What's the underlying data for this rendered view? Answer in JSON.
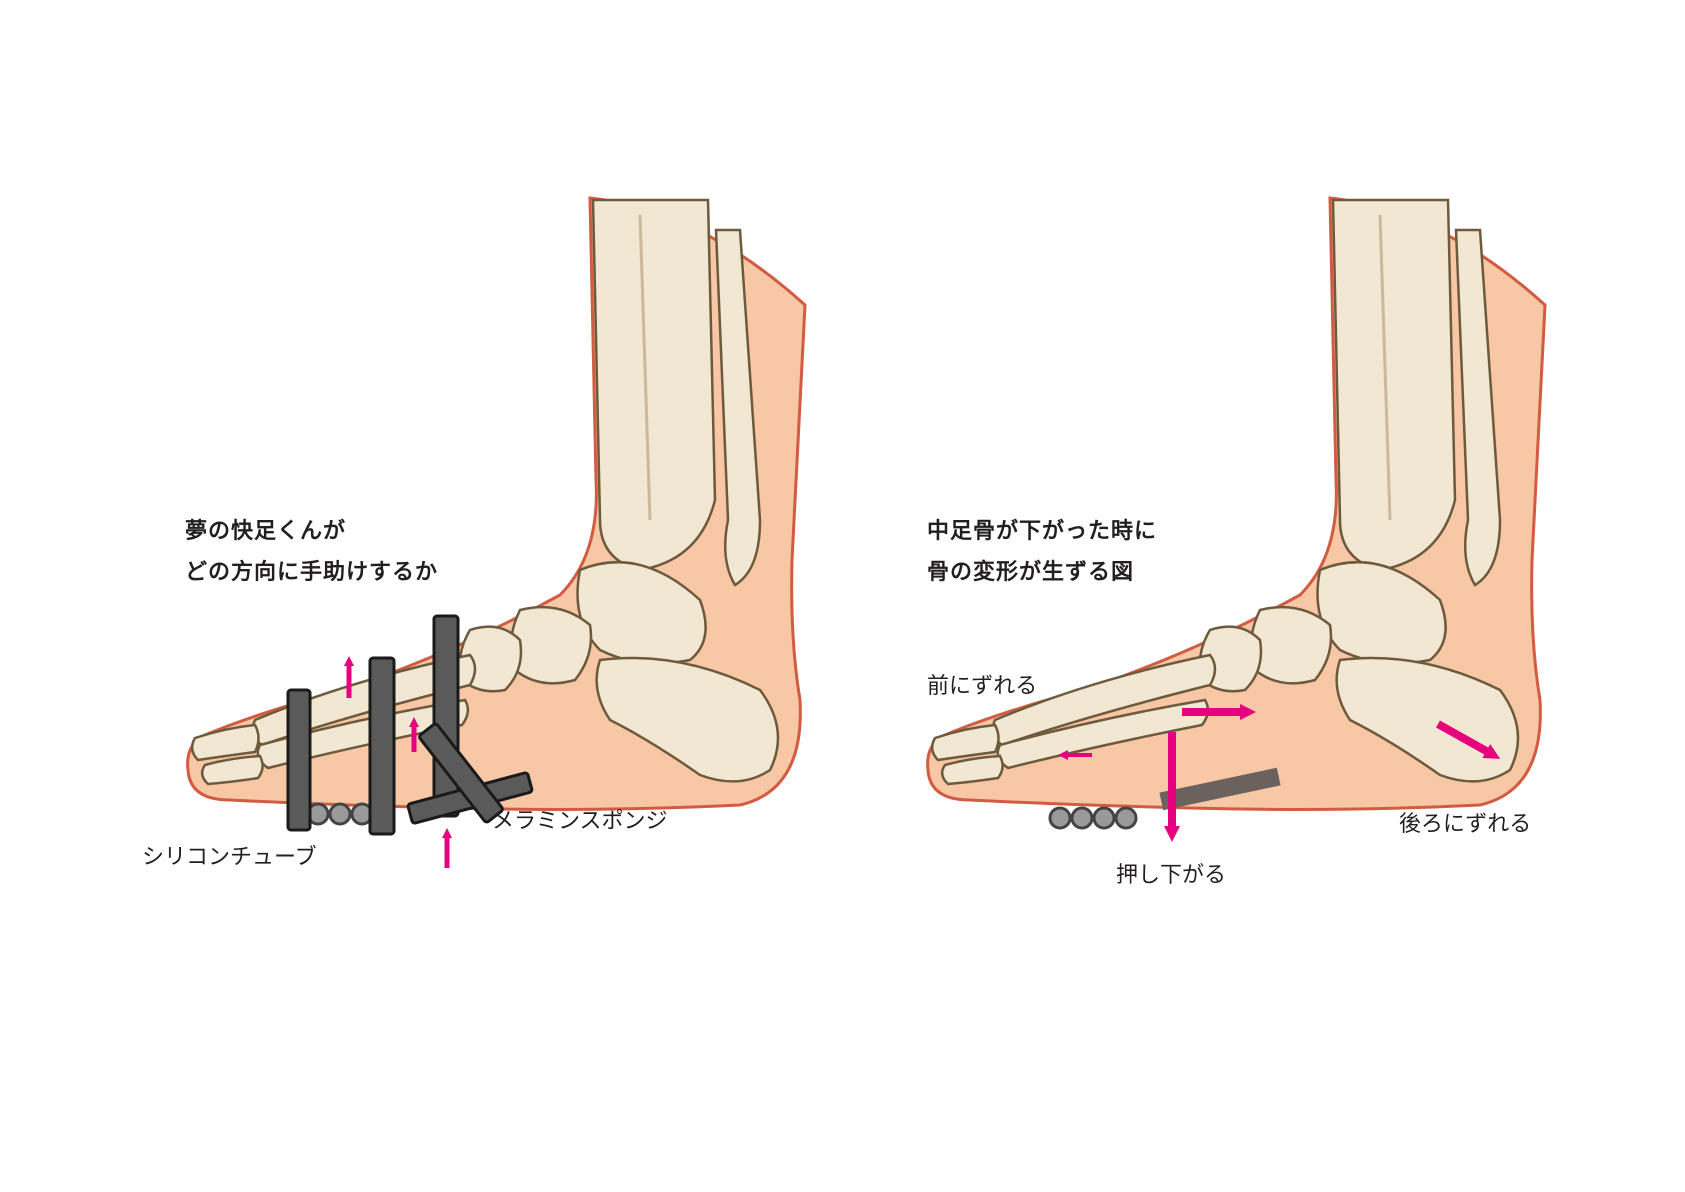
{
  "left_panel": {
    "title_line1": "夢の快足くんが",
    "title_line2": "どの方向に手助けするか",
    "label_tube": "シリコンチューブ",
    "label_sponge": "メラミンスポンジ"
  },
  "right_panel": {
    "title_line1": "中足骨が下がった時に",
    "title_line2": "骨の変形が生ずる図",
    "label_forward": "前にずれる",
    "label_backward": "後ろにずれる",
    "label_pushdown": "押し下がる"
  },
  "colors": {
    "skin_fill": "#f7c7a6",
    "skin_outline": "#d25c42",
    "bone_fill": "#f1e7d2",
    "bone_outline": "#6e5a3c",
    "device_gray": "#5a5a5a",
    "arrow_magenta": "#e6007e"
  },
  "icons": [
    "foot-skeleton-illustration",
    "silicone-tube-bar",
    "melamine-sponge-bar",
    "direction-arrow"
  ]
}
